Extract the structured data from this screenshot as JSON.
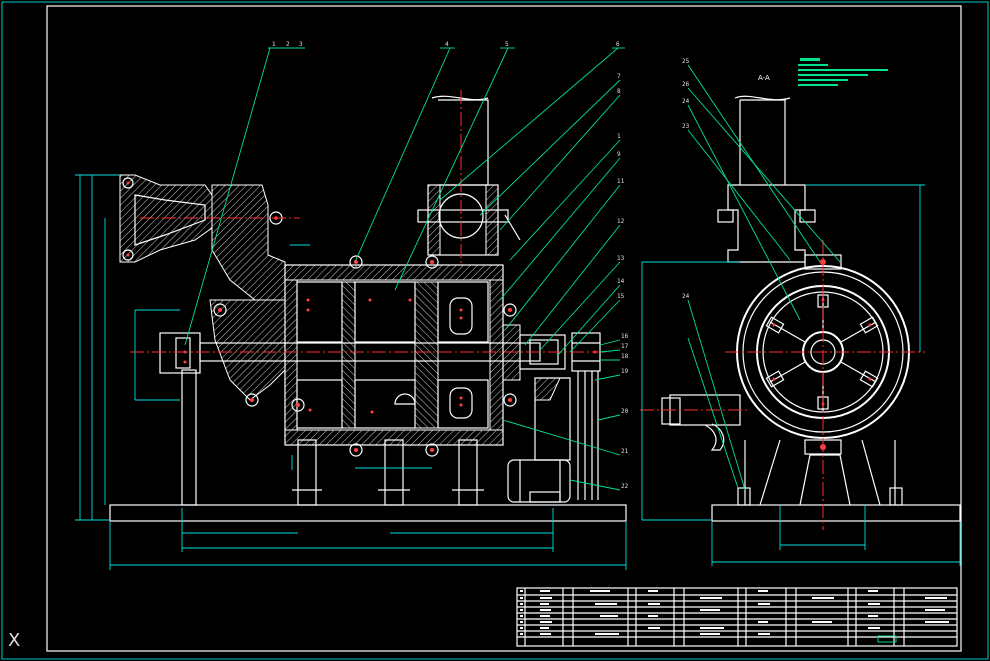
{
  "drawing": {
    "section_label": "A-A",
    "ucs_glyph": "X",
    "part_numbers_left": [
      "1",
      "2",
      "3",
      "4",
      "5",
      "6",
      "7",
      "8",
      "1",
      "9",
      "11",
      "12",
      "13",
      "14",
      "15",
      "16",
      "17",
      "18",
      "19",
      "20",
      "21",
      "22"
    ],
    "part_numbers_right": [
      "25",
      "26",
      "24",
      "23",
      "24"
    ],
    "colors": {
      "outline": "#ffffff",
      "leader": "#00e38a",
      "centerline": "#ff2b2b",
      "dimension": "#00e0e0",
      "background": "#000000"
    }
  }
}
